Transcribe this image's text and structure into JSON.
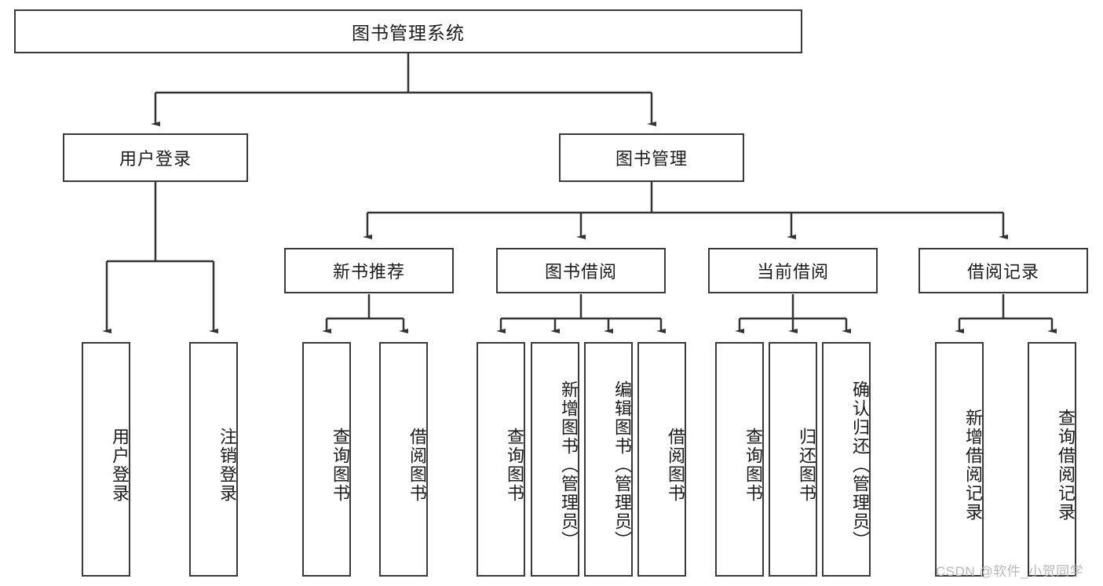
{
  "diagram": {
    "title": "图书管理系统",
    "type": "hierarchy-tree",
    "orientation": "top-down",
    "levels": 4,
    "colors": {
      "box_border": "#3a3a3a",
      "box_fill": "#ffffff",
      "connector": "#333333",
      "text": "#1b1b1b",
      "watermark": "#b9b9b9",
      "background": "#ffffff"
    }
  },
  "root": {
    "label": "图书管理系统"
  },
  "level2": [
    {
      "label": "用户登录"
    },
    {
      "label": "图书管理"
    }
  ],
  "level3": [
    {
      "label": "新书推荐"
    },
    {
      "label": "图书借阅"
    },
    {
      "label": "当前借阅"
    },
    {
      "label": "借阅记录"
    }
  ],
  "leaves": {
    "user_login": [
      {
        "label": "用户登录"
      },
      {
        "label": "注销登录"
      }
    ],
    "new_book": [
      {
        "label": "查询图书"
      },
      {
        "label": "借阅图书"
      }
    ],
    "book_borrow": [
      {
        "label": "查询图书"
      },
      {
        "label": "新增图书（管理员）"
      },
      {
        "label": "编辑图书（管理员）"
      },
      {
        "label": "借阅图书"
      }
    ],
    "current_borrow": [
      {
        "label": "查询图书"
      },
      {
        "label": "归还图书"
      },
      {
        "label": "确认归还（管理员）"
      }
    ],
    "borrow_record": [
      {
        "label": "新增借阅记录"
      },
      {
        "label": "查询借阅记录"
      }
    ]
  },
  "watermark": {
    "text": "CSDN @软件_小贺同学"
  }
}
